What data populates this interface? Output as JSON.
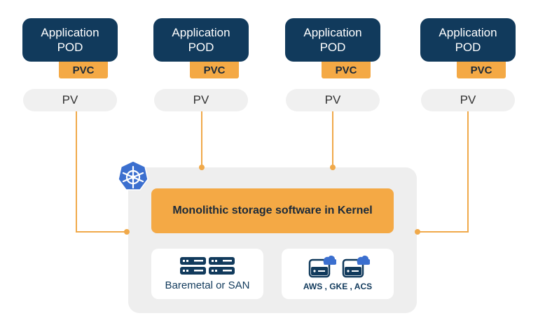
{
  "pods": [
    {
      "line1": "Application",
      "line2": "POD",
      "pvc": "PVC",
      "pv": "PV"
    },
    {
      "line1": "Application",
      "line2": "POD",
      "pvc": "PVC",
      "pv": "PV"
    },
    {
      "line1": "Application",
      "line2": "POD",
      "pvc": "PVC",
      "pv": "PV"
    },
    {
      "line1": "Application",
      "line2": "POD",
      "pvc": "PVC",
      "pv": "PV"
    }
  ],
  "cluster": {
    "icon": "kubernetes-helm-icon",
    "storage_label": "Monolithic storage software in Kernel",
    "baremetal_label": "Baremetal or SAN",
    "cloud_label": "AWS , GKE , ACS"
  },
  "colors": {
    "pod": "#113a5c",
    "accent": "#f4a945",
    "pv": "#f0f0f0",
    "cluster": "#eeeeee",
    "k8s_blue": "#3b6fcf"
  }
}
